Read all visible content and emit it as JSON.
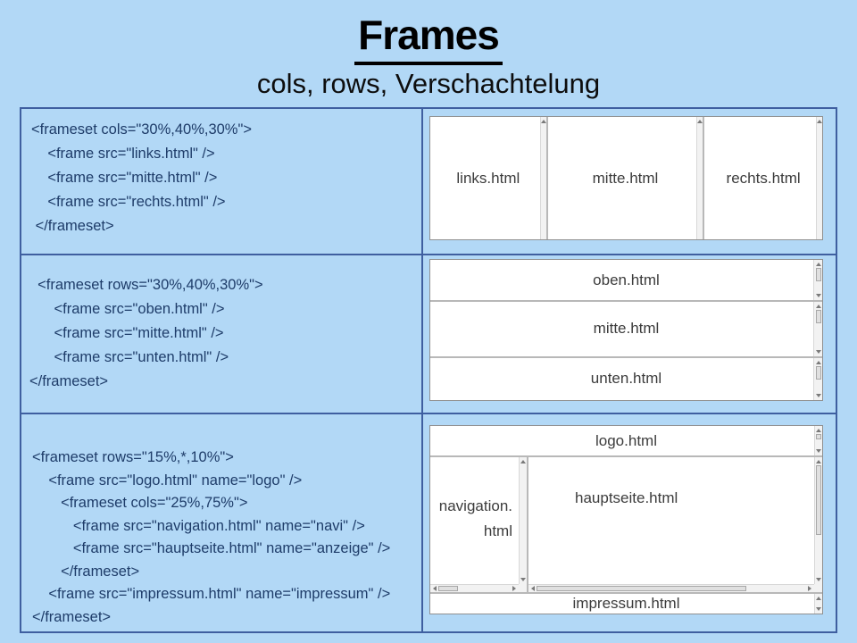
{
  "slide": {
    "title": "Frames",
    "subtitle": "cols, rows, Verschachtelung"
  },
  "colors": {
    "background": "#b2d8f6",
    "table_border": "#3f5fa0",
    "code_text": "#1e3c69",
    "preview_divider": "#b8b8b8"
  },
  "examples": [
    {
      "code": [
        "<frameset cols=\"30%,40%,30%\">",
        "    <frame src=\"links.html\" />",
        "    <frame src=\"mitte.html\" />",
        "    <frame src=\"rechts.html\" />",
        " </frameset>"
      ],
      "preview": {
        "layout": "cols",
        "sizes": "30%,40%,30%",
        "frames": [
          "links.html",
          "mitte.html",
          "rechts.html"
        ]
      }
    },
    {
      "code": [
        "  <frameset rows=\"30%,40%,30%\">",
        "      <frame src=\"oben.html\" />",
        "      <frame src=\"mitte.html\" />",
        "      <frame src=\"unten.html\" />",
        "</frameset>"
      ],
      "preview": {
        "layout": "rows",
        "sizes": "30%,40%,30%",
        "frames": [
          "oben.html",
          "mitte.html",
          "unten.html"
        ]
      }
    },
    {
      "code": [
        "<frameset rows=\"15%,*,10%\">",
        "    <frame src=\"logo.html\" name=\"logo\" />",
        "       <frameset cols=\"25%,75%\">",
        "          <frame src=\"navigation.html\" name=\"navi\" />",
        "          <frame src=\"hauptseite.html\" name=\"anzeige\" />",
        "       </frameset>",
        "    <frame src=\"impressum.html\" name=\"impressum\" />",
        "</frameset>"
      ],
      "preview": {
        "layout": "nested",
        "top": "logo.html",
        "nav_line1": "navigation.",
        "nav_line2": "html",
        "main": "hauptseite.html",
        "bottom": "impressum.html"
      }
    }
  ]
}
